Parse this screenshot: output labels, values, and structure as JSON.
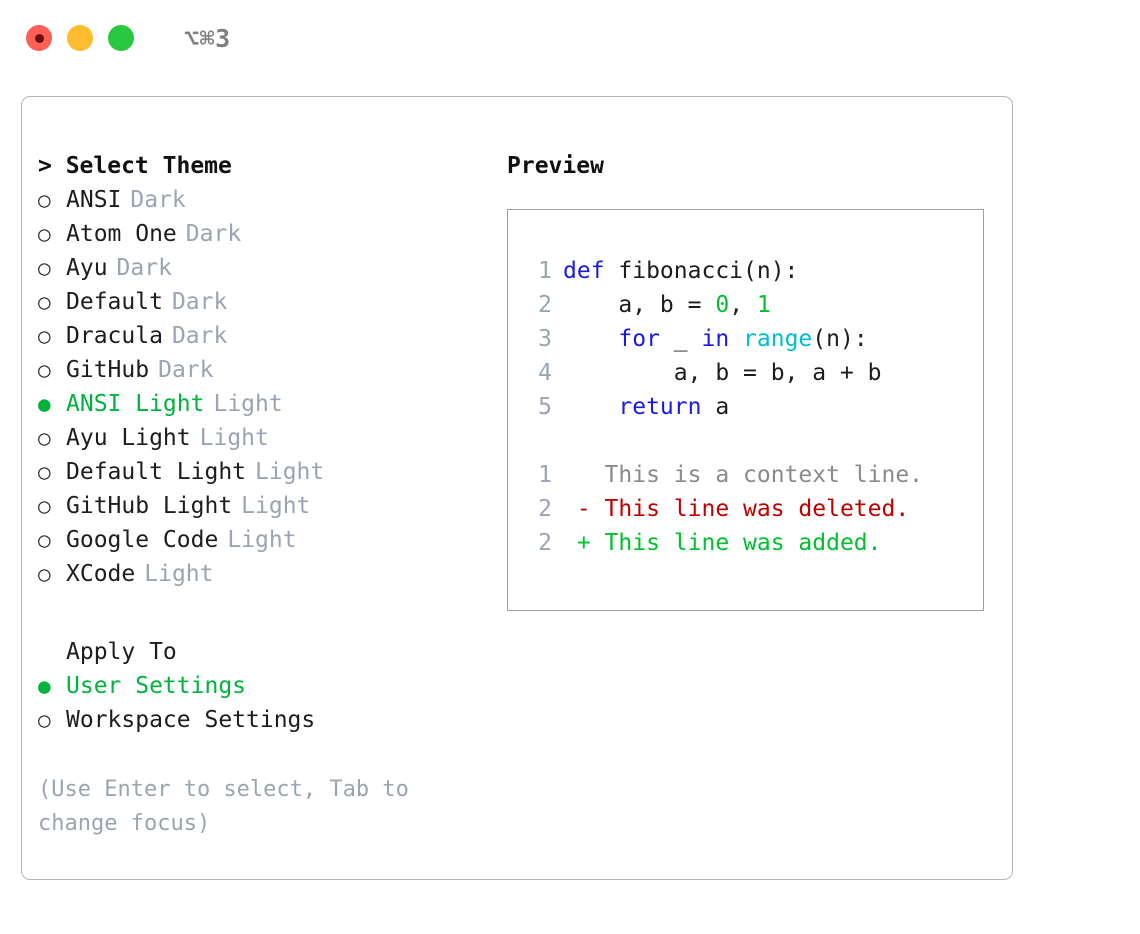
{
  "window": {
    "title": "⌥⌘3",
    "traffic_lights": [
      {
        "name": "close",
        "color": "#ff5f57"
      },
      {
        "name": "minimize",
        "color": "#febc2e"
      },
      {
        "name": "maximize",
        "color": "#28c840"
      }
    ]
  },
  "theme_picker": {
    "header": "> Select Theme",
    "bullet_selected": "●",
    "bullet_unselected": "○",
    "options": [
      {
        "label": "ANSI",
        "tag": "Dark",
        "selected": false
      },
      {
        "label": "Atom One",
        "tag": "Dark",
        "selected": false
      },
      {
        "label": "Ayu",
        "tag": "Dark",
        "selected": false
      },
      {
        "label": "Default",
        "tag": "Dark",
        "selected": false
      },
      {
        "label": "Dracula",
        "tag": "Dark",
        "selected": false
      },
      {
        "label": "GitHub",
        "tag": "Dark",
        "selected": false
      },
      {
        "label": "ANSI Light",
        "tag": "Light",
        "selected": true
      },
      {
        "label": "Ayu Light",
        "tag": "Light",
        "selected": false
      },
      {
        "label": "Default Light",
        "tag": "Light",
        "selected": false
      },
      {
        "label": "GitHub Light",
        "tag": "Light",
        "selected": false
      },
      {
        "label": "Google Code",
        "tag": "Light",
        "selected": false
      },
      {
        "label": "XCode",
        "tag": "Light",
        "selected": false
      }
    ]
  },
  "apply_to": {
    "header": "Apply To",
    "options": [
      {
        "label": "User Settings",
        "selected": true
      },
      {
        "label": "Workspace Settings",
        "selected": false
      }
    ]
  },
  "hint": "(Use Enter to select, Tab to change focus)",
  "preview": {
    "title": "Preview",
    "code_lines": [
      {
        "number": "1",
        "tokens": [
          {
            "text": "def ",
            "kind": "kw"
          },
          {
            "text": "fibonacci(n):",
            "kind": "id"
          }
        ]
      },
      {
        "number": "2",
        "tokens": [
          {
            "text": "    a, b = ",
            "kind": "id"
          },
          {
            "text": "0",
            "kind": "num"
          },
          {
            "text": ", ",
            "kind": "id"
          },
          {
            "text": "1",
            "kind": "num"
          }
        ]
      },
      {
        "number": "3",
        "tokens": [
          {
            "text": "    ",
            "kind": "id"
          },
          {
            "text": "for",
            "kind": "kw"
          },
          {
            "text": " _ ",
            "kind": "id"
          },
          {
            "text": "in",
            "kind": "kw"
          },
          {
            "text": " ",
            "kind": "id"
          },
          {
            "text": "range",
            "kind": "fn"
          },
          {
            "text": "(n):",
            "kind": "id"
          }
        ]
      },
      {
        "number": "4",
        "tokens": [
          {
            "text": "        a, b = b, a + b",
            "kind": "id"
          }
        ]
      },
      {
        "number": "5",
        "tokens": [
          {
            "text": "    ",
            "kind": "id"
          },
          {
            "text": "return",
            "kind": "kw"
          },
          {
            "text": " a",
            "kind": "id"
          }
        ]
      }
    ],
    "diff_lines": [
      {
        "number": "1",
        "marker": " ",
        "text": " This is a context line.",
        "kind": "ctx"
      },
      {
        "number": "2",
        "marker": "-",
        "text": " This line was deleted.",
        "kind": "del"
      },
      {
        "number": "2",
        "marker": "+",
        "text": " This line was added.",
        "kind": "add"
      }
    ]
  },
  "colors": {
    "accent_green": "#00b33c",
    "muted_gray": "#9aa4b2",
    "keyword_blue": "#1a1ae6",
    "function_cyan": "#00bcd4",
    "number_green": "#00c030",
    "diff_delete_red": "#c00000",
    "diff_add_green": "#00c030",
    "panel_border": "#aeb6c2"
  }
}
